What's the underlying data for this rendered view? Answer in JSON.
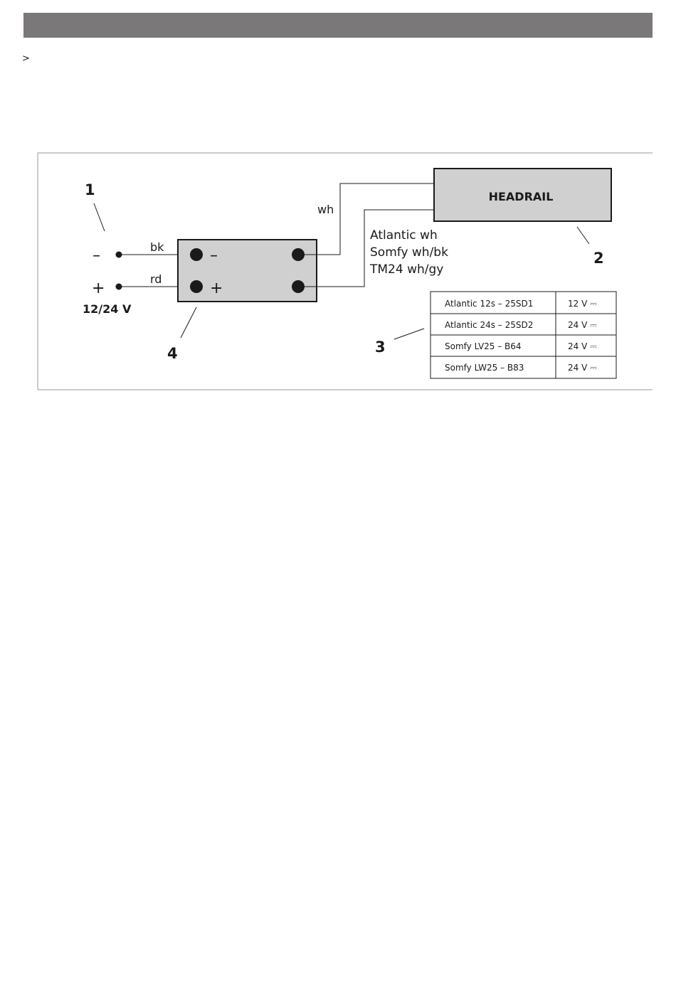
{
  "header": {
    "bullet": ">"
  },
  "diagram": {
    "callouts": {
      "c1": "1",
      "c2": "2",
      "c3": "3",
      "c4": "4"
    },
    "power": {
      "minus": "–",
      "plus": "+",
      "voltage": "12/24 V"
    },
    "wires": {
      "bk": "bk",
      "rd": "rd",
      "wh": "wh"
    },
    "module": {
      "minus": "–",
      "plus": "+"
    },
    "headrail": {
      "label": "HEADRAIL"
    },
    "motor_wires": [
      "Atlantic wh",
      "Somfy wh/bk",
      "TM24 wh/gy"
    ],
    "motor_table": {
      "rows": [
        {
          "motor": "Atlantic 12s – 25SD1",
          "voltage": "12 V ⎓"
        },
        {
          "motor": "Atlantic 24s – 25SD2",
          "voltage": "24 V ⎓"
        },
        {
          "motor": "Somfy LV25 – B64",
          "voltage": "24 V ⎓"
        },
        {
          "motor": "Somfy LW25 – B83",
          "voltage": "24 V ⎓"
        }
      ]
    }
  }
}
